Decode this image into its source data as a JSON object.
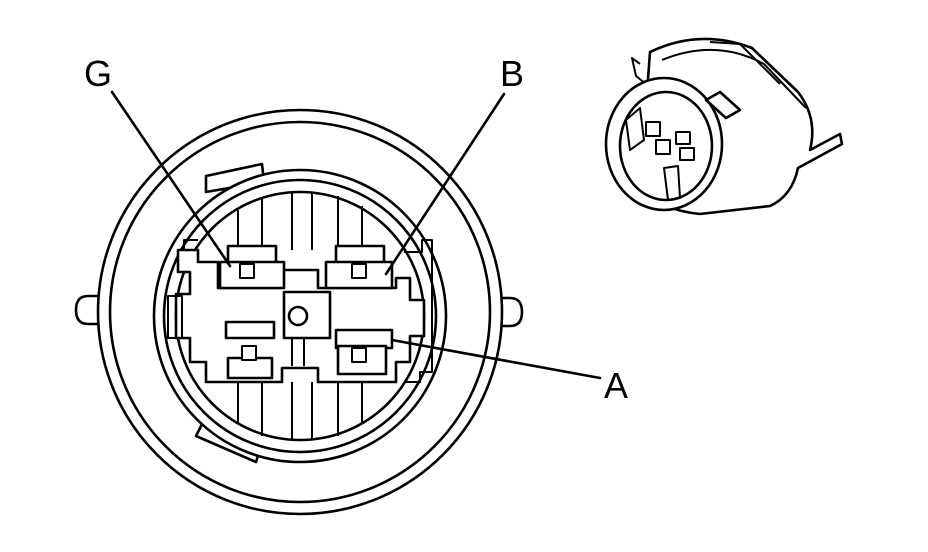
{
  "labels": {
    "g": "G",
    "b": "B",
    "a": "A"
  },
  "colors": {
    "line": "#000000",
    "background": "#ffffff"
  }
}
